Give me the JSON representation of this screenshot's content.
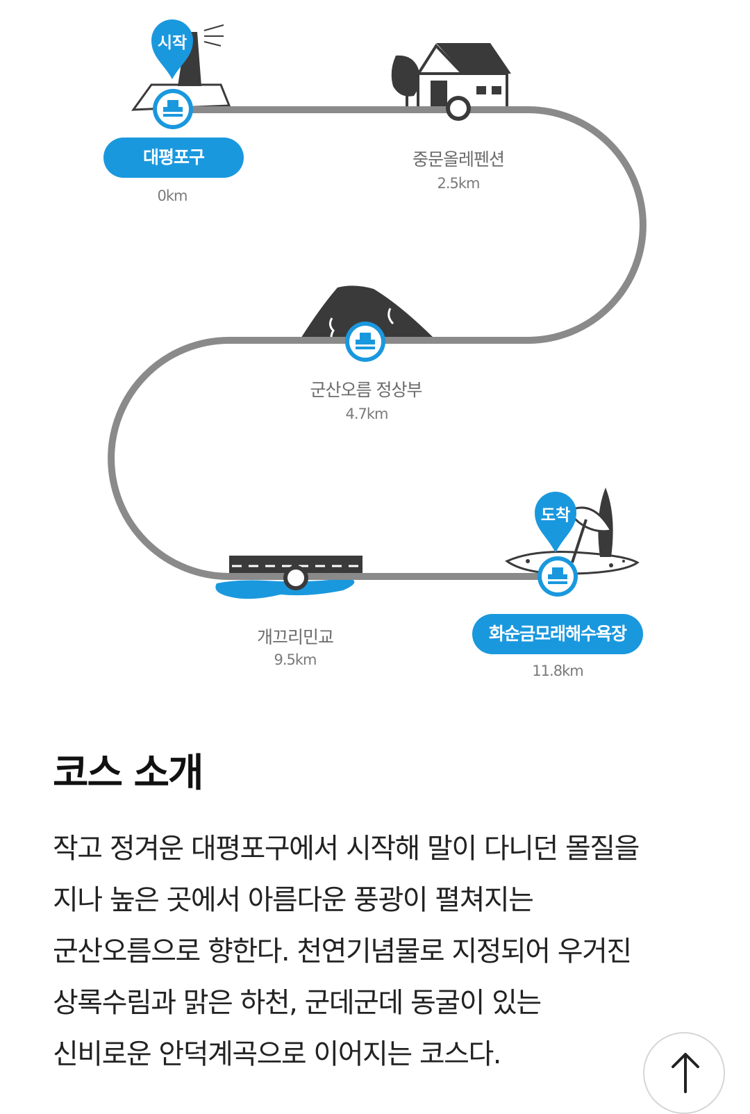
{
  "course_map": {
    "start_pin": "시작",
    "end_pin": "도착",
    "stations": [
      {
        "name": "대평포구",
        "distance": "0km"
      },
      {
        "name": "중문올레펜션",
        "distance": "2.5km"
      },
      {
        "name": "군산오름 정상부",
        "distance": "4.7km"
      },
      {
        "name": "개끄리민교",
        "distance": "9.5km"
      },
      {
        "name": "화순금모래해수욕장",
        "distance": "11.8km"
      }
    ]
  },
  "intro": {
    "title": "코스 소개",
    "lines": [
      "작고 정겨운 대평포구에서 시작해 말이 다니던 몰질을",
      "지나 높은 곳에서 아름다운 풍광이 펼쳐지는",
      "군산오름으로 향한다. 천연기념물로 지정되어 우거진",
      "상록수림과 맑은 하천, 군데군데 동굴이 있는",
      "신비로운 안덕계곡으로 이어지는 코스다."
    ]
  },
  "colors": {
    "accent": "#1a98de",
    "route": "#8a8a8a",
    "illustration": "#3a3a3a"
  },
  "icons": {
    "stamp": "stamp-icon",
    "checkpoint": "checkpoint-icon",
    "scroll_top": "arrow-up-icon"
  }
}
